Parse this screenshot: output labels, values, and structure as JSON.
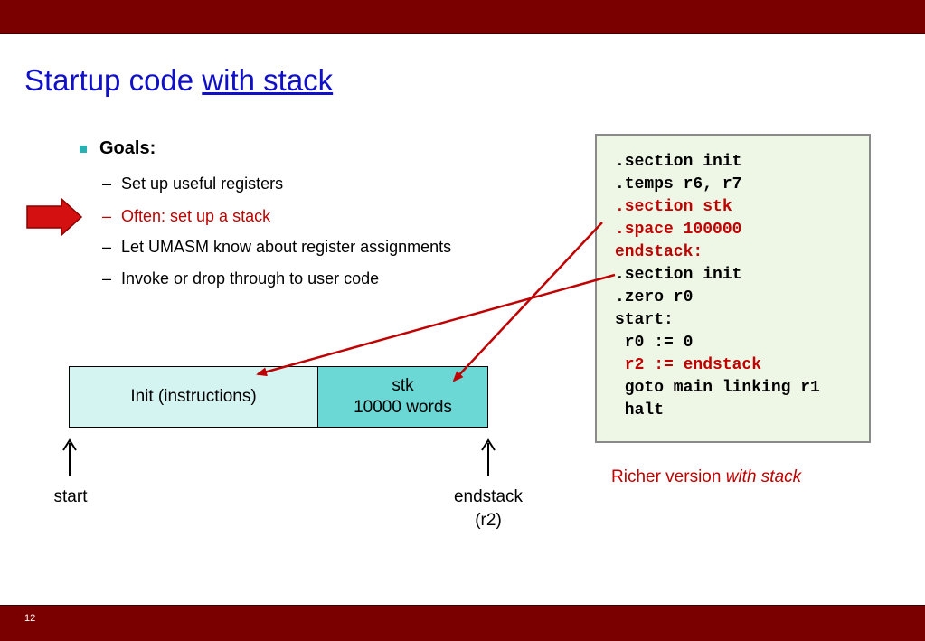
{
  "slide": {
    "number": "12",
    "title_plain": "Startup code ",
    "title_link": "with stack"
  },
  "goals": {
    "heading": "Goals:",
    "items": [
      {
        "dash": "–",
        "text": "Set up useful registers"
      },
      {
        "dash": "–",
        "text": "Often: set up a stack"
      },
      {
        "dash": "–",
        "text": "Let UMASM know about register assignments"
      },
      {
        "dash": "–",
        "text": "Invoke or drop through to user code"
      }
    ]
  },
  "code": {
    "lines": [
      ".section init",
      ".temps r6, r7",
      ".section stk",
      ".space 100000",
      "endstack:",
      ".section init",
      ".zero r0",
      "start:",
      " r0 := 0",
      " r2 := endstack",
      " goto main linking r1",
      " halt"
    ],
    "caption_plain": "Richer version ",
    "caption_italic": "with stack"
  },
  "diagram": {
    "init_label": "Init (instructions)",
    "stk_label": "stk",
    "stk_size": "10000 words",
    "start_label": "start",
    "endstack_label": "endstack",
    "endstack_reg": "(r2)"
  },
  "colors": {
    "bar": "#7a0000",
    "title": "#1010c8",
    "highlight": "#c00000",
    "init_fill": "#d4f4f2",
    "stk_fill": "#6cd8d6",
    "code_bg": "#eef7e6"
  }
}
